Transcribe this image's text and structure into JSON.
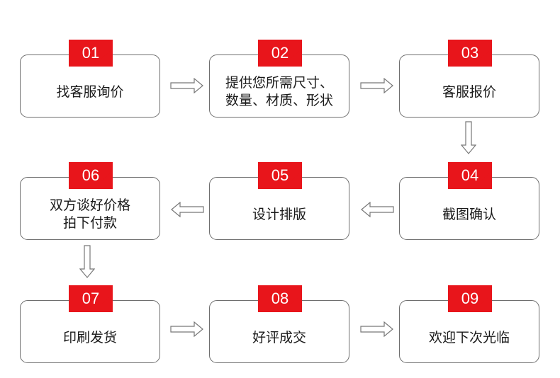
{
  "steps": [
    {
      "num": "01",
      "label": "找客服询价"
    },
    {
      "num": "02",
      "label": "提供您所需尺寸、\n数量、材质、形状"
    },
    {
      "num": "03",
      "label": "客服报价"
    },
    {
      "num": "04",
      "label": "截图确认"
    },
    {
      "num": "05",
      "label": "设计排版"
    },
    {
      "num": "06",
      "label": "双方谈好价格\n拍下付款"
    },
    {
      "num": "07",
      "label": "印刷发货"
    },
    {
      "num": "08",
      "label": "好评成交"
    },
    {
      "num": "09",
      "label": "欢迎下次光临"
    }
  ],
  "colors": {
    "badge": "#e8151b",
    "border": "#6e6e6e",
    "arrow": "#777777"
  }
}
